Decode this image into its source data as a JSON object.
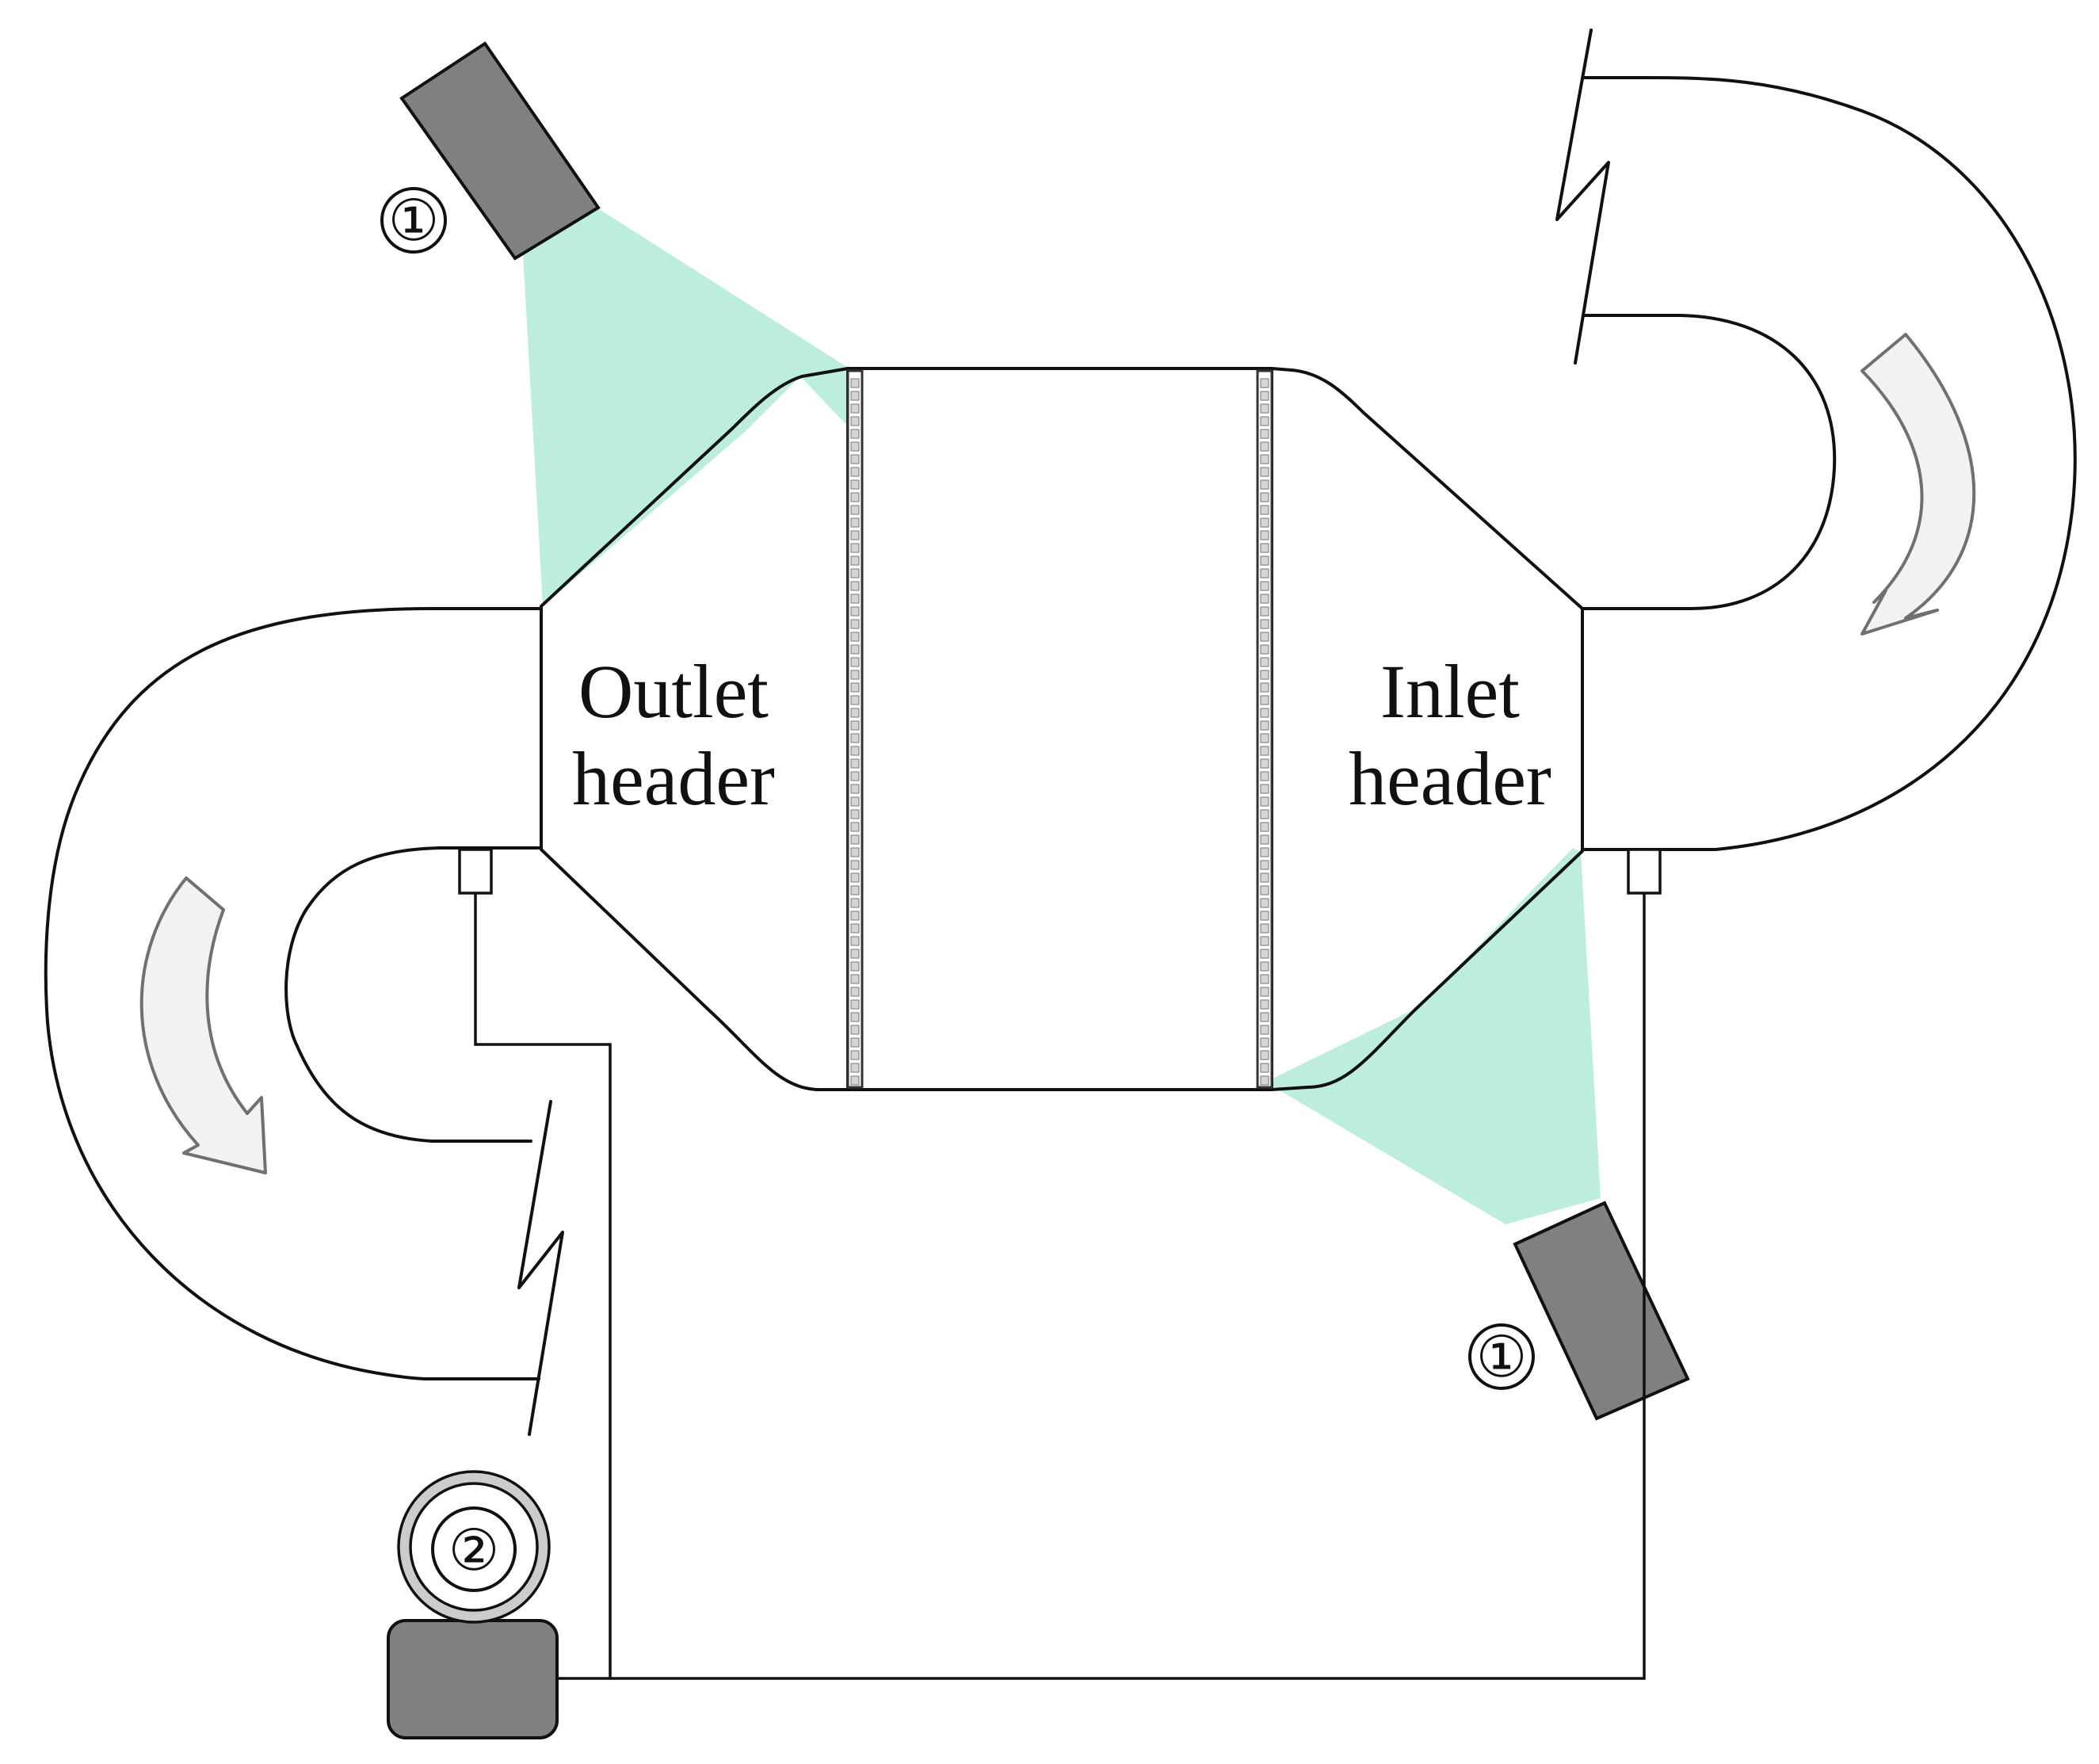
{
  "labels": {
    "outlet_line1": "Outlet",
    "outlet_line2": "header",
    "inlet_line1": "Inlet",
    "inlet_line2": "header",
    "camera_top_marker": "①",
    "camera_bottom_marker": "①",
    "sensor_marker": "②"
  },
  "colors": {
    "camera_body": "#808080",
    "view_field": "#bdeedb",
    "flow_arrow_fill": "#f2f2f2",
    "flow_arrow_stroke": "#707070",
    "sensor_ring": "#cccccc",
    "line": "#111111"
  },
  "icons": {
    "camera": "camera-icon",
    "flow_arrow": "curved-arrow-icon",
    "sensor": "pressure-sensor-icon",
    "pipe_break": "pipe-break-icon"
  }
}
